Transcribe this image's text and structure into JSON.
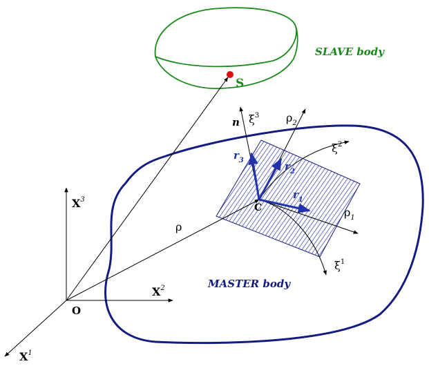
{
  "colors": {
    "slave": "#1a8a1a",
    "master": "#141c80",
    "frame": "#000000",
    "contact_point": "#e01010",
    "vector": "#2233aa"
  },
  "labels": {
    "slave_body": "SLAVE body",
    "master_body": "MASTER body",
    "slave_point": "S",
    "contact_point": "C",
    "origin": "O",
    "axis_x1": {
      "base": "X",
      "sup": "1"
    },
    "axis_x2": {
      "base": "X",
      "sup": "2"
    },
    "axis_x3": {
      "base": "X",
      "sup": "3"
    },
    "position_vector": "ρ",
    "normal": "n",
    "xi1": {
      "base": "ξ",
      "sup": "1"
    },
    "xi2": {
      "base": "ξ",
      "sup": "2"
    },
    "xi3": {
      "base": "ξ",
      "sup": "3"
    },
    "rho1": {
      "base": "ρ",
      "sub": "1"
    },
    "rho2": {
      "base": "ρ",
      "sub": "2"
    },
    "r1": {
      "base": "r",
      "sub": "1"
    },
    "r2": {
      "base": "r",
      "sub": "2"
    },
    "r3": {
      "base": "r",
      "sub": "3"
    }
  }
}
